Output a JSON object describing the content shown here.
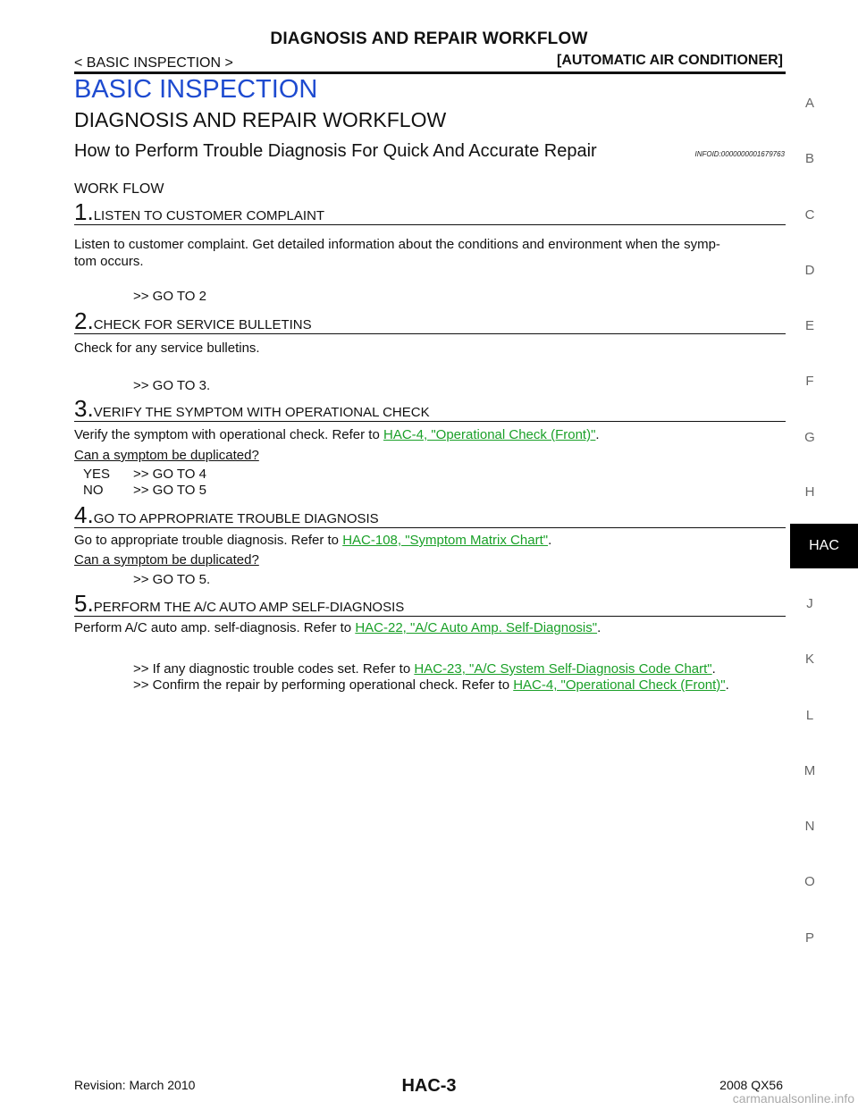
{
  "header": {
    "title": "DIAGNOSIS AND REPAIR WORKFLOW",
    "left": "< BASIC INSPECTION >",
    "right": "[AUTOMATIC AIR CONDITIONER]"
  },
  "section_title": "BASIC INSPECTION",
  "subsection_title": "DIAGNOSIS AND REPAIR WORKFLOW",
  "topic": {
    "title": "How to Perform Trouble Diagnosis For Quick And Accurate Repair",
    "infoid": "INFOID:0000000001679763"
  },
  "work_flow_label": "WORK FLOW",
  "steps": [
    {
      "num": "1.",
      "title": "LISTEN TO CUSTOMER COMPLAINT",
      "body_line1": "Listen to customer complaint. Get detailed information about the conditions and environment when the symp-",
      "body_line2": "tom occurs.",
      "goto": ">> GO TO 2"
    },
    {
      "num": "2.",
      "title": "CHECK FOR SERVICE BULLETINS",
      "body": "Check for any service bulletins.",
      "goto": ">> GO TO 3."
    },
    {
      "num": "3.",
      "title": "VERIFY THE SYMPTOM WITH OPERATIONAL CHECK",
      "body_prefix": "Verify the symptom with operational check. Refer to ",
      "link": "HAC-4, \"Operational Check (Front)\"",
      "body_suffix": ".",
      "question": "Can a symptom be duplicated?",
      "yes_label": "YES",
      "yes_goto": ">> GO TO 4",
      "no_label": "NO",
      "no_goto": ">> GO TO 5"
    },
    {
      "num": "4.",
      "title": "GO TO APPROPRIATE TROUBLE DIAGNOSIS",
      "body_prefix": "Go to appropriate trouble diagnosis. Refer to ",
      "link": "HAC-108, \"Symptom  Matrix  Chart\"",
      "body_suffix": ".",
      "question": "Can a symptom be duplicated?",
      "goto": ">> GO TO 5."
    },
    {
      "num": "5.",
      "title": "PERFORM THE A/C AUTO AMP SELF-DIAGNOSIS",
      "body_prefix": "Perform A/C auto amp. self-diagnosis. Refer to ",
      "link": "HAC-22, \"A/C Auto Amp. Self-Diagnosis\"",
      "body_suffix": ".",
      "result1_prefix": ">> If any diagnostic trouble codes set. Refer to ",
      "result1_link": "HAC-23, \"A/C System Self-Diagnosis Code Chart\"",
      "result1_suffix": ".",
      "result2_prefix": ">> Confirm the repair by performing operational check. Refer to ",
      "result2_link": "HAC-4, \"Operational Check (Front)\"",
      "result2_suffix": "."
    }
  ],
  "side_tabs": [
    "A",
    "B",
    "C",
    "D",
    "E",
    "F",
    "G",
    "H",
    "HAC",
    "J",
    "K",
    "L",
    "M",
    "N",
    "O",
    "P"
  ],
  "active_tab": "HAC",
  "footer": {
    "revision": "Revision: March 2010",
    "page": "HAC-3",
    "model": "2008 QX56"
  },
  "watermark": "carmanualsonline.info"
}
